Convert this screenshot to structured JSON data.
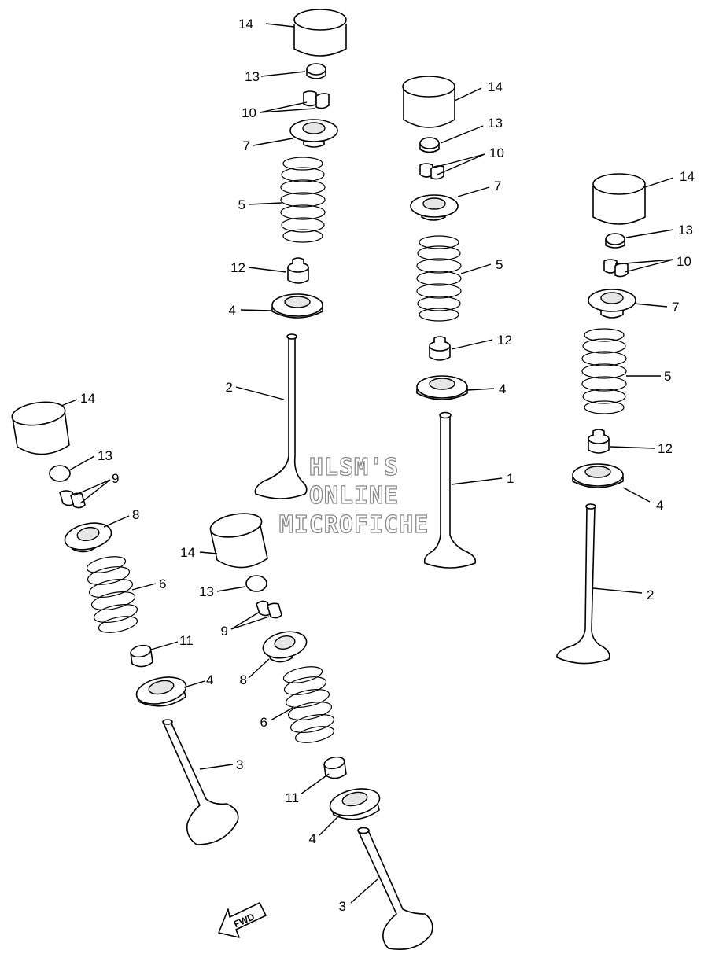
{
  "watermark": {
    "line1": "HLSM'S",
    "line2": "ONLINE",
    "line3": "MICROFICHE"
  },
  "fwd_label": "FWD",
  "callouts": {
    "c1_14": "14",
    "c1_13": "13",
    "c1_10": "10",
    "c1_7": "7",
    "c1_5": "5",
    "c1_12": "12",
    "c1_4": "4",
    "c1_2": "2",
    "c2_14": "14",
    "c2_13": "13",
    "c2_10": "10",
    "c2_7": "7",
    "c2_5": "5",
    "c2_12": "12",
    "c2_4": "4",
    "c2_1": "1",
    "c3_14": "14",
    "c3_13": "13",
    "c3_10": "10",
    "c3_7": "7",
    "c3_5": "5",
    "c3_12": "12",
    "c3_4": "4",
    "c3_2": "2",
    "c4_14": "14",
    "c4_13": "13",
    "c4_9": "9",
    "c4_8": "8",
    "c4_6": "6",
    "c4_11": "11",
    "c4_4": "4",
    "c4_3": "3",
    "c5_14": "14",
    "c5_13": "13",
    "c5_9": "9",
    "c5_8": "8",
    "c5_6": "6",
    "c5_11": "11",
    "c5_4": "4",
    "c5_3": "3"
  }
}
